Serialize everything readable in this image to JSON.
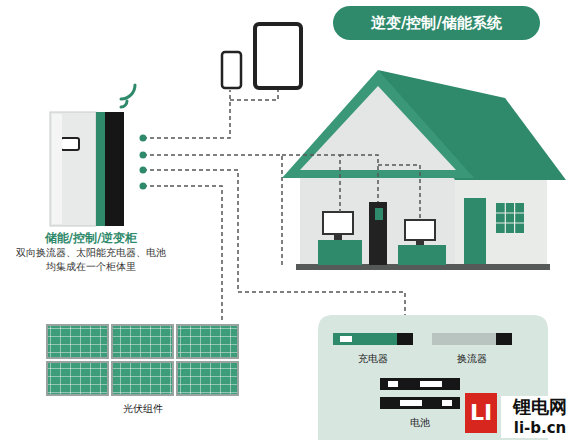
{
  "diagram": {
    "title": "逆变/控制/储能系统",
    "nodes": [
      {
        "text": [
          "储能/控制/逆变柜",
          "双向换流器、太阳能充电器、电池 均集成在一个柜体里"
        ]
      },
      {
        "text": [
          "光伏组件"
        ]
      },
      {
        "text": [
          "充电器"
        ]
      },
      {
        "text": [
          "换流器"
        ]
      },
      {
        "text": [
          "电池"
        ]
      }
    ],
    "edges": [
      {
        "from": 0,
        "to": 1,
        "arrow": "none"
      }
    ],
    "labels": [
      "LI",
      "锂电网",
      "li-b.cn"
    ]
  }
}
